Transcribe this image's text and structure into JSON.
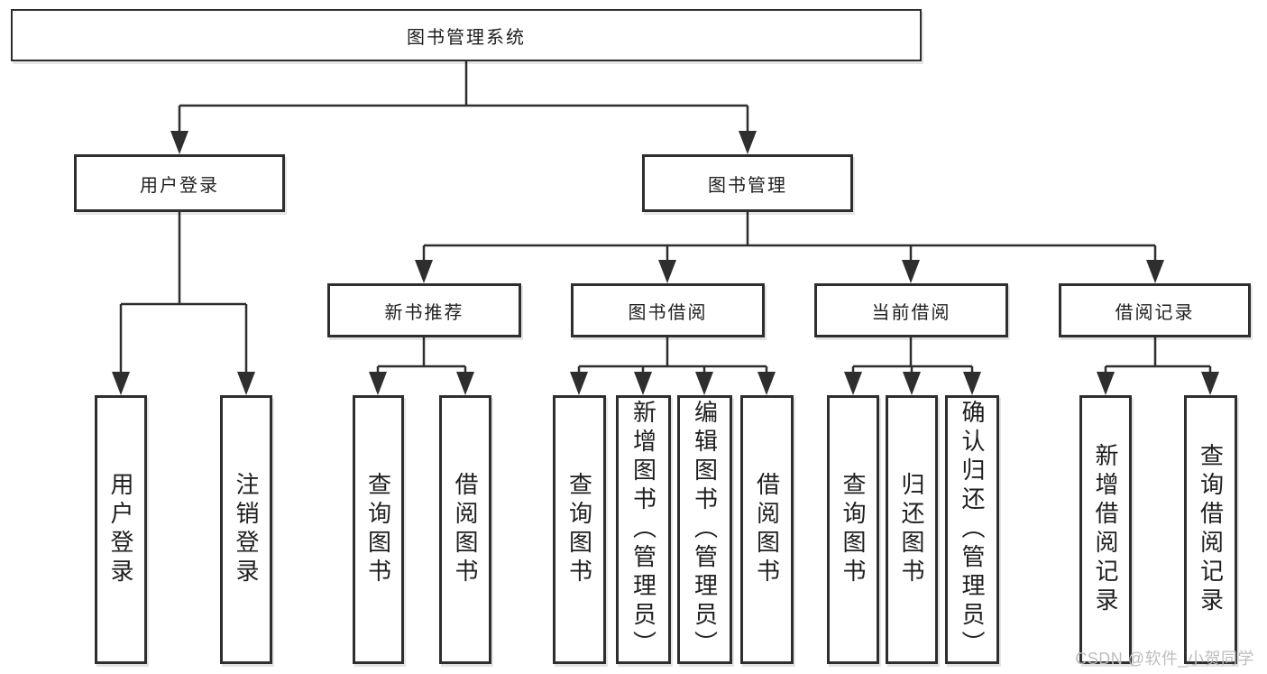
{
  "tree": {
    "root": {
      "label": "图书管理系统"
    },
    "level2": [
      {
        "id": "user-login",
        "label": "用户登录"
      },
      {
        "id": "book-management",
        "label": "图书管理"
      }
    ],
    "level3": [
      {
        "id": "new-book-recommendation",
        "parent": "图书管理",
        "label": "新书推荐"
      },
      {
        "id": "book-borrowing",
        "parent": "图书管理",
        "label": "图书借阅"
      },
      {
        "id": "current-borrowing",
        "parent": "图书管理",
        "label": "当前借阅"
      },
      {
        "id": "borrowing-records",
        "parent": "图书管理",
        "label": "借阅记录"
      }
    ],
    "leaves": [
      {
        "parent": "用户登录",
        "label": "用户登录"
      },
      {
        "parent": "用户登录",
        "label": "注销登录"
      },
      {
        "parent": "新书推荐",
        "label": "查询图书"
      },
      {
        "parent": "新书推荐",
        "label": "借阅图书"
      },
      {
        "parent": "图书借阅",
        "label": "查询图书"
      },
      {
        "parent": "图书借阅",
        "label": "新增图书（管理员）"
      },
      {
        "parent": "图书借阅",
        "label": "编辑图书（管理员）"
      },
      {
        "parent": "图书借阅",
        "label": "借阅图书"
      },
      {
        "parent": "当前借阅",
        "label": "查询图书"
      },
      {
        "parent": "当前借阅",
        "label": "归还图书"
      },
      {
        "parent": "当前借阅",
        "label": "确认归还（管理员）"
      },
      {
        "parent": "借阅记录",
        "label": "新增借阅记录"
      },
      {
        "parent": "借阅记录",
        "label": "查询借阅记录"
      }
    ]
  },
  "watermark": {
    "text": "CSDN @软件_小贺同学"
  },
  "colors": {
    "background": "#ffffff",
    "line": "#2e2e2e",
    "box_border": "#2e2e2e",
    "text": "#1f1f1f",
    "watermark": "#bdbdbd"
  }
}
